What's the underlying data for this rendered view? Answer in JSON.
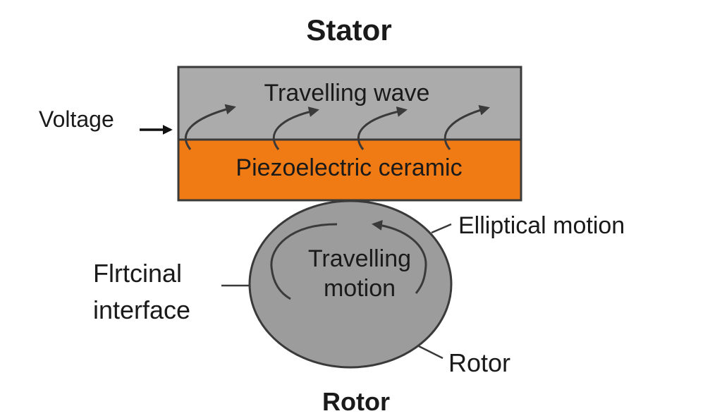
{
  "title": "Stator",
  "labels": {
    "travelling_wave": "Travelling wave",
    "piezo": "Piezoelectric ceramic",
    "voltage": "Voltage",
    "elliptical": "Elliptical motion",
    "frictional_line1": "Flrtcinal",
    "frictional_line2": "interface",
    "motion_line1": "Travelling",
    "motion_line2": "motion",
    "rotor_side": "Rotor",
    "rotor_bottom": "Rotor"
  },
  "colors": {
    "stator": "#ababab",
    "ceramic": "#f07a14",
    "rotor": "#9c9c9c",
    "outline": "#3a3a3a"
  },
  "icons": [
    "wave-arrow-icon",
    "voltage-arrow-icon",
    "rotation-arrow-icon"
  ]
}
